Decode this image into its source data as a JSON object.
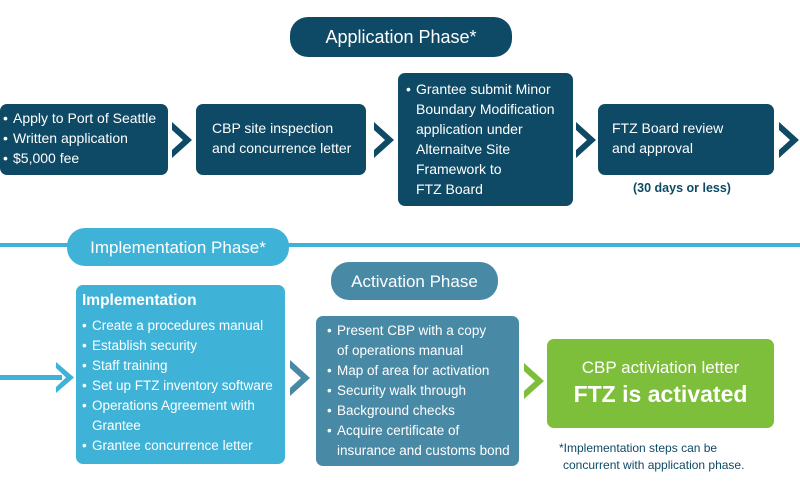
{
  "application_phase": {
    "title": "Application Phase*",
    "step1": [
      "Apply to Port of Seattle",
      "Written application",
      "$5,000 fee"
    ],
    "step2": [
      "CBP site inspection",
      "and concurrence letter"
    ],
    "step3": [
      "Grantee submit Minor",
      "Boundary Modification",
      "application under",
      "Alternaitve Site",
      "Framework to",
      "FTZ Board"
    ],
    "step4": [
      "FTZ Board review",
      "and approval"
    ],
    "step4_note": "(30 days or less)"
  },
  "implementation_phase": {
    "title": "Implementation Phase*",
    "box_heading": "Implementation",
    "items": [
      "Create a procedures manual",
      "Establish security",
      "Staff training",
      "Set up FTZ inventory software",
      "Operations Agreement with",
      "Grantee",
      "Grantee concurrence letter"
    ]
  },
  "activation_phase": {
    "title": "Activation Phase",
    "items": [
      "Present CBP with a copy",
      "of operations manual",
      "Map of area for activation",
      "Security walk through",
      "Background checks",
      "Acquire certificate of",
      "insurance and customs bond"
    ]
  },
  "result": {
    "line1": "CBP activiation letter",
    "line2": "FTZ is activated"
  },
  "footnote": [
    "*Implementation steps can be",
    "concurrent with application phase."
  ],
  "colors": {
    "dark_navy": "#0e4a65",
    "steel_blue": "#4889a6",
    "light_blue": "#3eb3d7",
    "green": "#7dbe3a"
  }
}
